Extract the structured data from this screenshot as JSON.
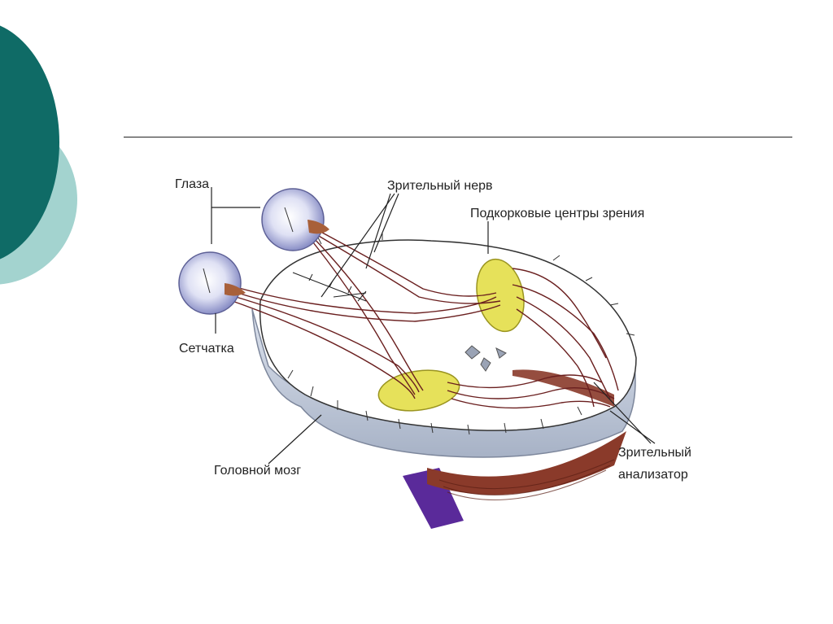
{
  "colors": {
    "dark_teal": "#0f6b66",
    "light_teal": "#9fd0cc",
    "brain_surface": "#ffffff",
    "brain_edge": "#b9c3d3",
    "cerebellum": "#8a3a2a",
    "stem": "#5a2a9a",
    "subcortical_center": "#e6e15a",
    "nerve_fibers": "#6a1f1f",
    "eyeball": "#d9dcf2"
  },
  "labels": {
    "eyes": "Глаза",
    "optic_nerve": "Зрительный нерв",
    "subcortical_centers": "Подкорковые центры зрения",
    "retina": "Сетчатка",
    "brain": "Головной мозг",
    "analyzer_line1": "Зрительный",
    "analyzer_line2": "анализатор"
  }
}
